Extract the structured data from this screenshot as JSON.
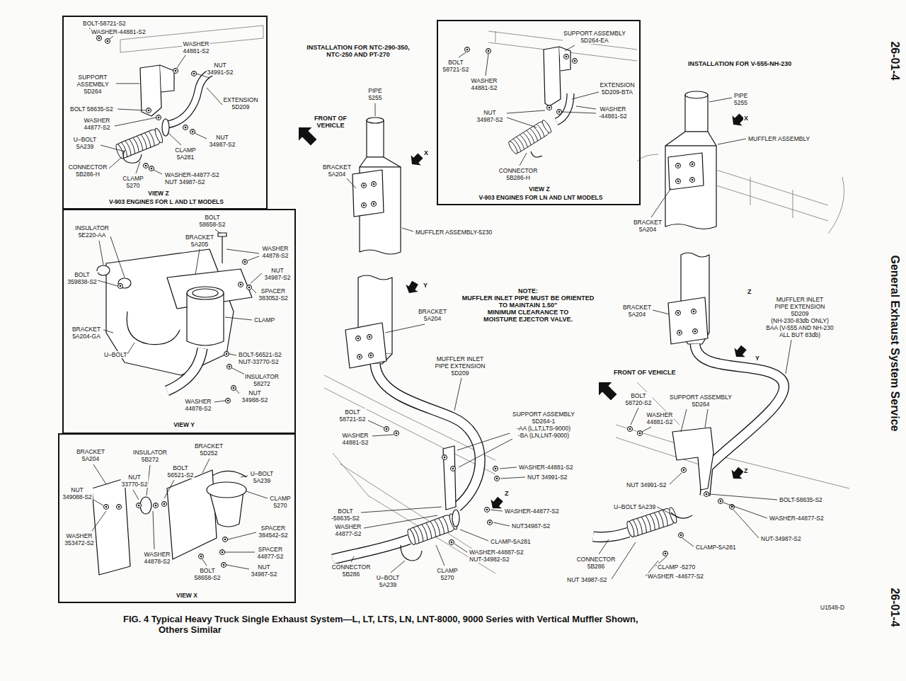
{
  "diagram": {
    "caption": "FIG. 4 Typical Heavy Truck Single Exhaust System—L, LT, LTS, LN, LNT-8000, 9000 Series with Vertical Muffler Shown, Others Similar",
    "nodes": [
      {
        "text": [
          "VIEW Z",
          "V-903 ENGINES FOR L AND LT MODELS"
        ]
      },
      {
        "text": [
          "VIEW Z",
          "V-903 ENGINES FOR LN AND LNT MODELS"
        ]
      },
      {
        "text": [
          "VIEW Y"
        ]
      },
      {
        "text": [
          "VIEW X"
        ]
      }
    ],
    "labels": [
      "BOLT-58721-S2",
      "WASHER-44881-S2",
      "WASHER 44881-S2",
      "NUT 34991-S2",
      "SUPPORT ASSEMBLY 5D264",
      "EXTENSION 5D209",
      "BOLT 58635-S2",
      "WASHER 44877-S2",
      "NUT 34987-S2",
      "U–BOLT 5A239",
      "CLAMP 5A281",
      "CONNECTOR 5B286-H",
      "CLAMP 5270",
      "WASHER-44877-S2 NUT 34987-S2",
      "INSTALLATION FOR NTC-290-350, NTC-250 AND PT-270",
      "PIPE 5255",
      "FRONT OF VEHICLE",
      "X",
      "BRACKET 5A204",
      "MUFFLER ASSEMBLY-5230",
      "SUPPORT ASSEMBLY 5D264-EA",
      "BOLT 58721-S2",
      "WASHER 44881-S2",
      "EXTENSION 5D209-BTA",
      "WASHER -44881-S2",
      "NUT 34987-S2",
      "CONNECTOR 5B286-H",
      "INSTALLATION FOR V-555-NH-230",
      "PIPE 5255",
      "X",
      "MUFFLER ASSEMBLY",
      "BRACKET 5A204",
      "26-01-4",
      "General Exhaust System Service",
      "26-01-4",
      "BOLT 58658-S2",
      "INSULATOR 5E220-AA",
      "BRACKET 5A205",
      "WASHER 44878-S2",
      "NUT 34987-S2",
      "BOLT 359838-S2",
      "SPACER 383052-S2",
      "CLAMP",
      "BRACKET 5A204-GA",
      "U–BOLT",
      "BOLT-56521-S2 NUT-33770-S2",
      "INSULATOR 58272",
      "NUT 34988-S2",
      "WASHER 44878-S2",
      "Y",
      "NOTE: MUFFLER INLET PIPE MUST BE ORIENTED TO MAINTAIN 1.50\" MINIMUM CLEARANCE TO MOISTURE EJECTOR VALVE.",
      "BRACKET 5A204",
      "MUFFLER INLET PIPE EXTENSION 5D209",
      "BOLT 58721-S2",
      "WASHER 44881-S2",
      "SUPPORT ASSEMBLY 5D264-1 -AA (L,LT,LTS-9000) -BA (LN,LNT-9000)",
      "WASHER-44881-S2",
      "NUT 34991-S2",
      "Z",
      "BOLT -58635-S2",
      "WASHER-44877-S2",
      "WASHER 44877-S2",
      "NUT34987-S2",
      "CLAMP-5A281",
      "WASHER-44887-S2 NUT-34982-S2",
      "CONNECTOR 5B286",
      "U–BOLT 5A239",
      "CLAMP 5270",
      "BRACKET 5D252",
      "BRACKET 5A204",
      "INSULATOR 5B272",
      "BOLT 56521-S2",
      "U–BOLT 5A239",
      "NUT 33770-S2",
      "NUT 349088-S2",
      "CLAMP 5270",
      "SPACER 384542-S2",
      "WASHER 353472-S2",
      "SPACER 44877-S2",
      "WASHER 44878-S2",
      "NUT 34987-S2",
      "BOLT 58658-S2",
      "BRACKET 5A204",
      "Z",
      "MUFFLER INLET PIPE EXTENSION 5D209 (NH-230-83db ONLY) BAA (V-555 AND NH-230 ALL BUT 83db)",
      "Y",
      "FRONT OF VEHICLE",
      "BOLT 58720-S2",
      "SUPPORT ASSEMBLY 5D264",
      "WASHER 44881-S2",
      "Z",
      "NUT 34991-S2",
      "BOLT-58635-S2",
      "U–BOLT 5A239",
      "WASHER-44877-S2",
      "NUT-34987-S2",
      "CLAMP-5A281",
      "CONNECTOR 5B286",
      "CLAMP -5270",
      "WASHER -44677-S2",
      "NUT 34987-S2",
      "U1548-D"
    ]
  }
}
